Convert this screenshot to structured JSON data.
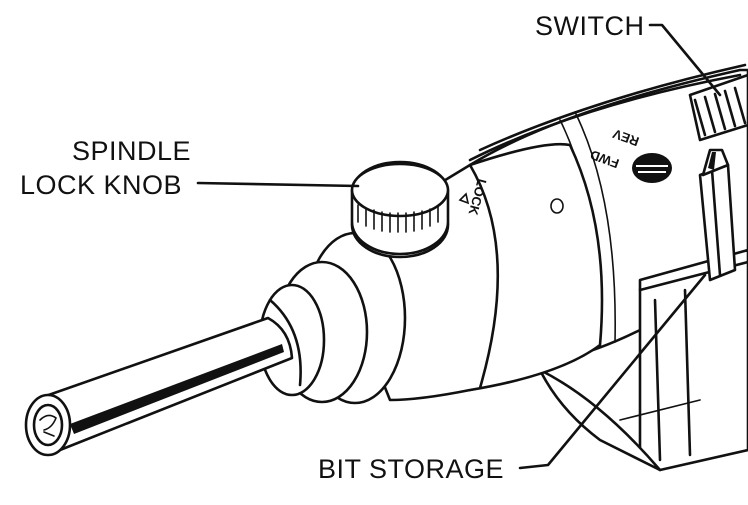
{
  "labels": {
    "switch": "SWITCH",
    "spindle_lock_line1": "SPINDLE",
    "spindle_lock_line2": "LOCK KNOB",
    "bit_storage": "BIT STORAGE"
  },
  "tool_markings": {
    "lock_text": "LOCK",
    "fwd_text": "FWD",
    "rev_text": "REV"
  },
  "colors": {
    "ink": "#111111",
    "paper": "#ffffff"
  }
}
